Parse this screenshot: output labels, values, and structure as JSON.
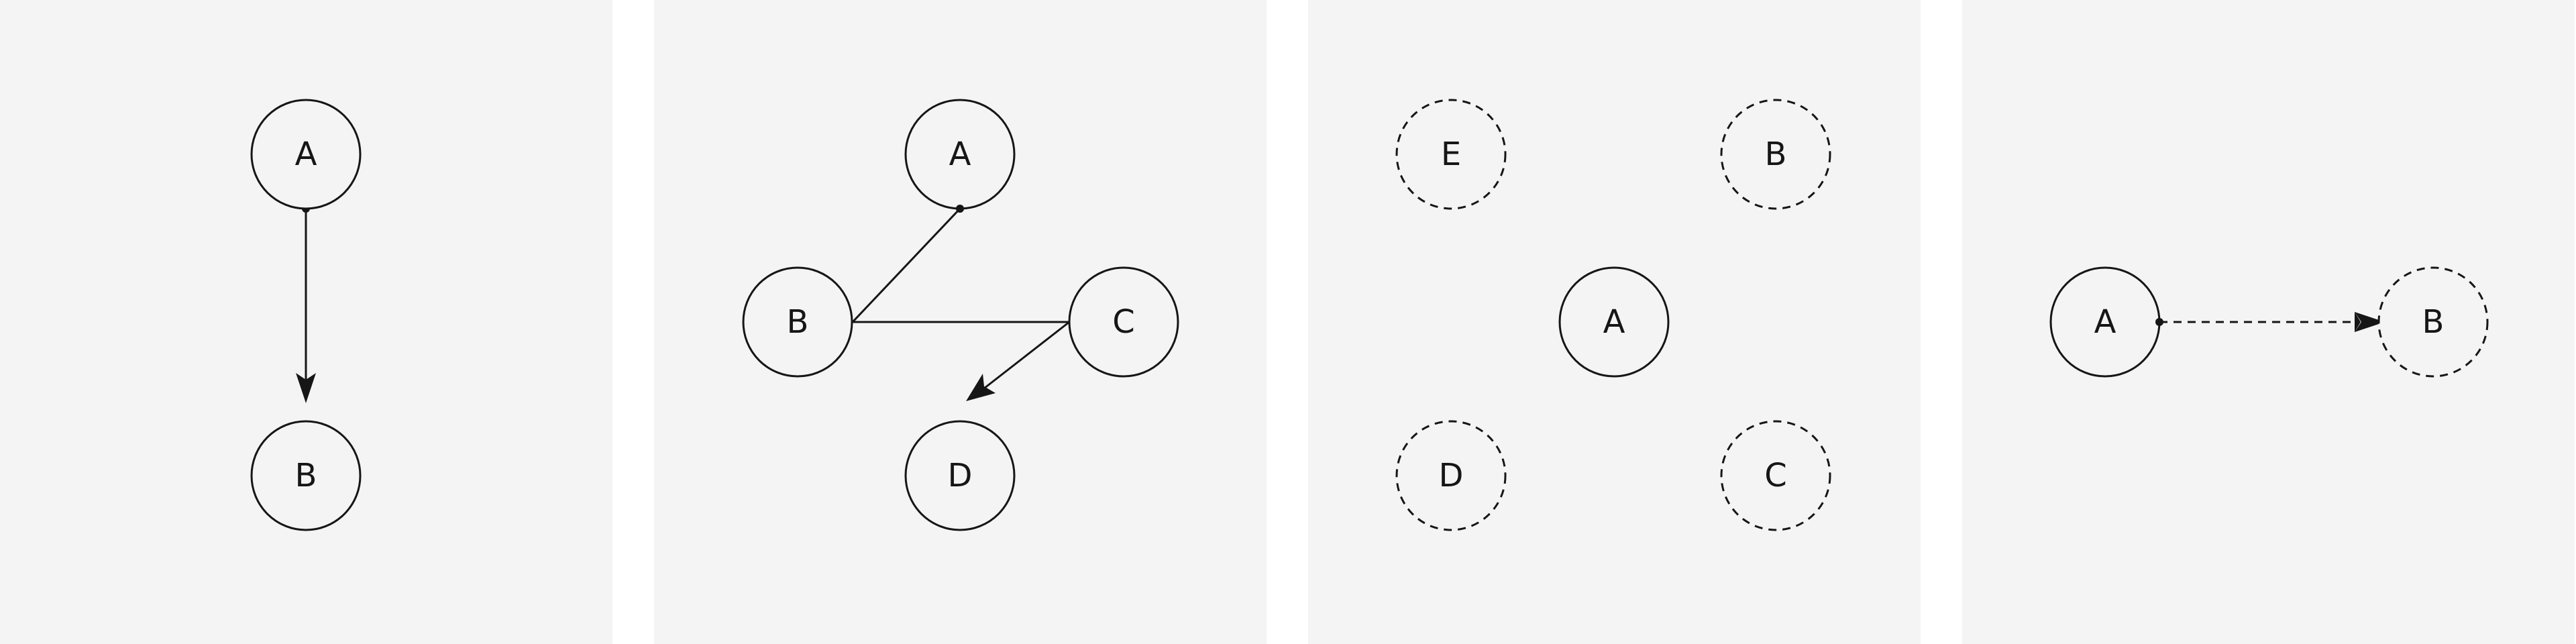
{
  "colors": {
    "panel_background": "#f4f4f4",
    "page_background": "#ffffff",
    "stroke": "#161616"
  },
  "panels": [
    {
      "nodes": [
        {
          "id": "n1",
          "label": "A",
          "style": "solid"
        },
        {
          "id": "n2",
          "label": "B",
          "style": "solid"
        }
      ],
      "edges": [
        {
          "from": "A",
          "to": "B",
          "style": "solid",
          "arrow": true
        }
      ]
    },
    {
      "nodes": [
        {
          "id": "n1",
          "label": "A",
          "style": "solid"
        },
        {
          "id": "n2",
          "label": "B",
          "style": "solid"
        },
        {
          "id": "n3",
          "label": "C",
          "style": "solid"
        },
        {
          "id": "n4",
          "label": "D",
          "style": "solid"
        }
      ],
      "edges": [
        {
          "from": "A",
          "to": "B",
          "style": "solid",
          "arrow": false
        },
        {
          "from": "B",
          "to": "C",
          "style": "solid",
          "arrow": false
        },
        {
          "from": "C",
          "to": "D",
          "style": "solid",
          "arrow": true
        }
      ]
    },
    {
      "nodes": [
        {
          "id": "n1",
          "label": "E",
          "style": "dashed"
        },
        {
          "id": "n2",
          "label": "B",
          "style": "dashed"
        },
        {
          "id": "n3",
          "label": "A",
          "style": "solid"
        },
        {
          "id": "n4",
          "label": "D",
          "style": "dashed"
        },
        {
          "id": "n5",
          "label": "C",
          "style": "dashed"
        }
      ],
      "edges": []
    },
    {
      "nodes": [
        {
          "id": "n1",
          "label": "A",
          "style": "solid"
        },
        {
          "id": "n2",
          "label": "B",
          "style": "dashed"
        }
      ],
      "edges": [
        {
          "from": "A",
          "to": "B",
          "style": "dashed",
          "arrow": true
        }
      ]
    }
  ]
}
